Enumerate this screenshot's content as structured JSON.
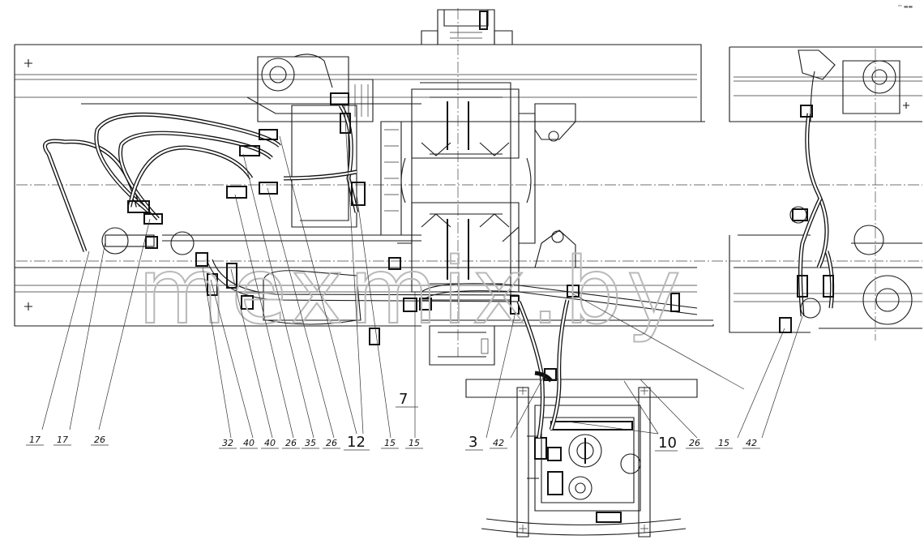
{
  "watermark": "mexmix.by",
  "corner_mark": "ᵃᵇ ▬▬",
  "callouts": {
    "c1": "17",
    "c2": "17",
    "c3": "26",
    "c4": "32",
    "c5": "40",
    "c6": "40",
    "c7": "26",
    "c8": "35",
    "c9": "26",
    "c10": "12",
    "c11": "15",
    "c12": "15",
    "c13": "7",
    "c14": "3",
    "c15": "42",
    "c16": "10",
    "c17": "26",
    "c18": "15",
    "c19": "42"
  }
}
